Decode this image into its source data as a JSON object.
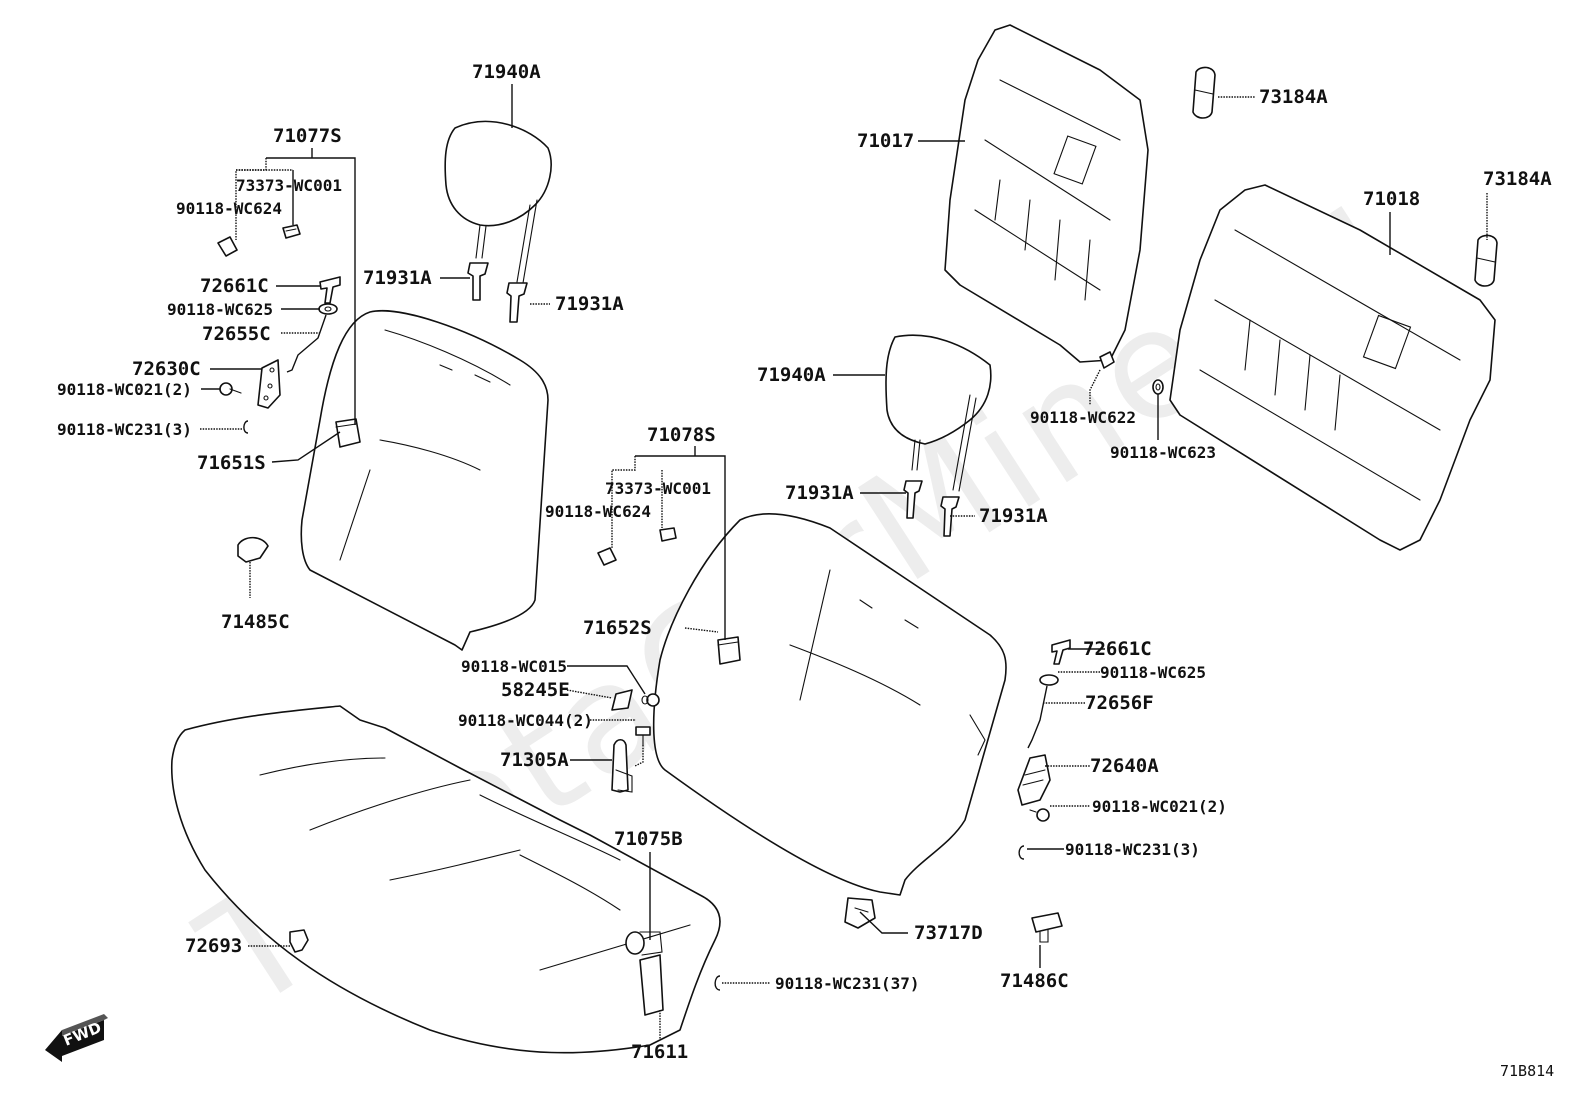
{
  "diagram": {
    "title": "Rear Seat Assembly Parts Diagram",
    "watermark": "ToyotaCarMine.ru",
    "diagram_code": "71B814",
    "fwd_label": "FWD",
    "labels": {
      "p71940A_left": "71940A",
      "p71077S": "71077S",
      "p73373_WC001_left": "73373-WC001",
      "p90118_WC624_left": "90118-WC624",
      "p71931A_l1": "71931A",
      "p71931A_l2": "71931A",
      "p72661C_left": "72661C",
      "p90118_WC625_left": "90118-WC625",
      "p72655C": "72655C",
      "p72630C": "72630C",
      "p90118_WC021_left": "90118-WC021(2)",
      "p90118_WC231_left": "90118-WC231(3)",
      "p71651S": "71651S",
      "p71485C": "71485C",
      "p71078S": "71078S",
      "p73373_WC001_mid": "73373-WC001",
      "p90118_WC624_mid": "90118-WC624",
      "p71652S": "71652S",
      "p90118_WC015": "90118-WC015",
      "p58245E": "58245E",
      "p90118_WC044": "90118-WC044(2)",
      "p71305A": "71305A",
      "p71075B": "71075B",
      "p72693": "72693",
      "p71611": "71611",
      "p90118_WC231_37": "90118-WC231(37)",
      "p71017": "71017",
      "p73184A_1": "73184A",
      "p73184A_2": "73184A",
      "p71018": "71018",
      "p71940A_right": "71940A",
      "p90118_WC622": "90118-WC622",
      "p90118_WC623": "90118-WC623",
      "p71931A_r1": "71931A",
      "p71931A_r2": "71931A",
      "p72661C_right": "72661C",
      "p90118_WC625_right": "90118-WC625",
      "p72656F": "72656F",
      "p72640A": "72640A",
      "p90118_WC021_right": "90118-WC021(2)",
      "p90118_WC231_right": "90118-WC231(3)",
      "p73717D": "73717D",
      "p71486C": "71486C"
    }
  }
}
